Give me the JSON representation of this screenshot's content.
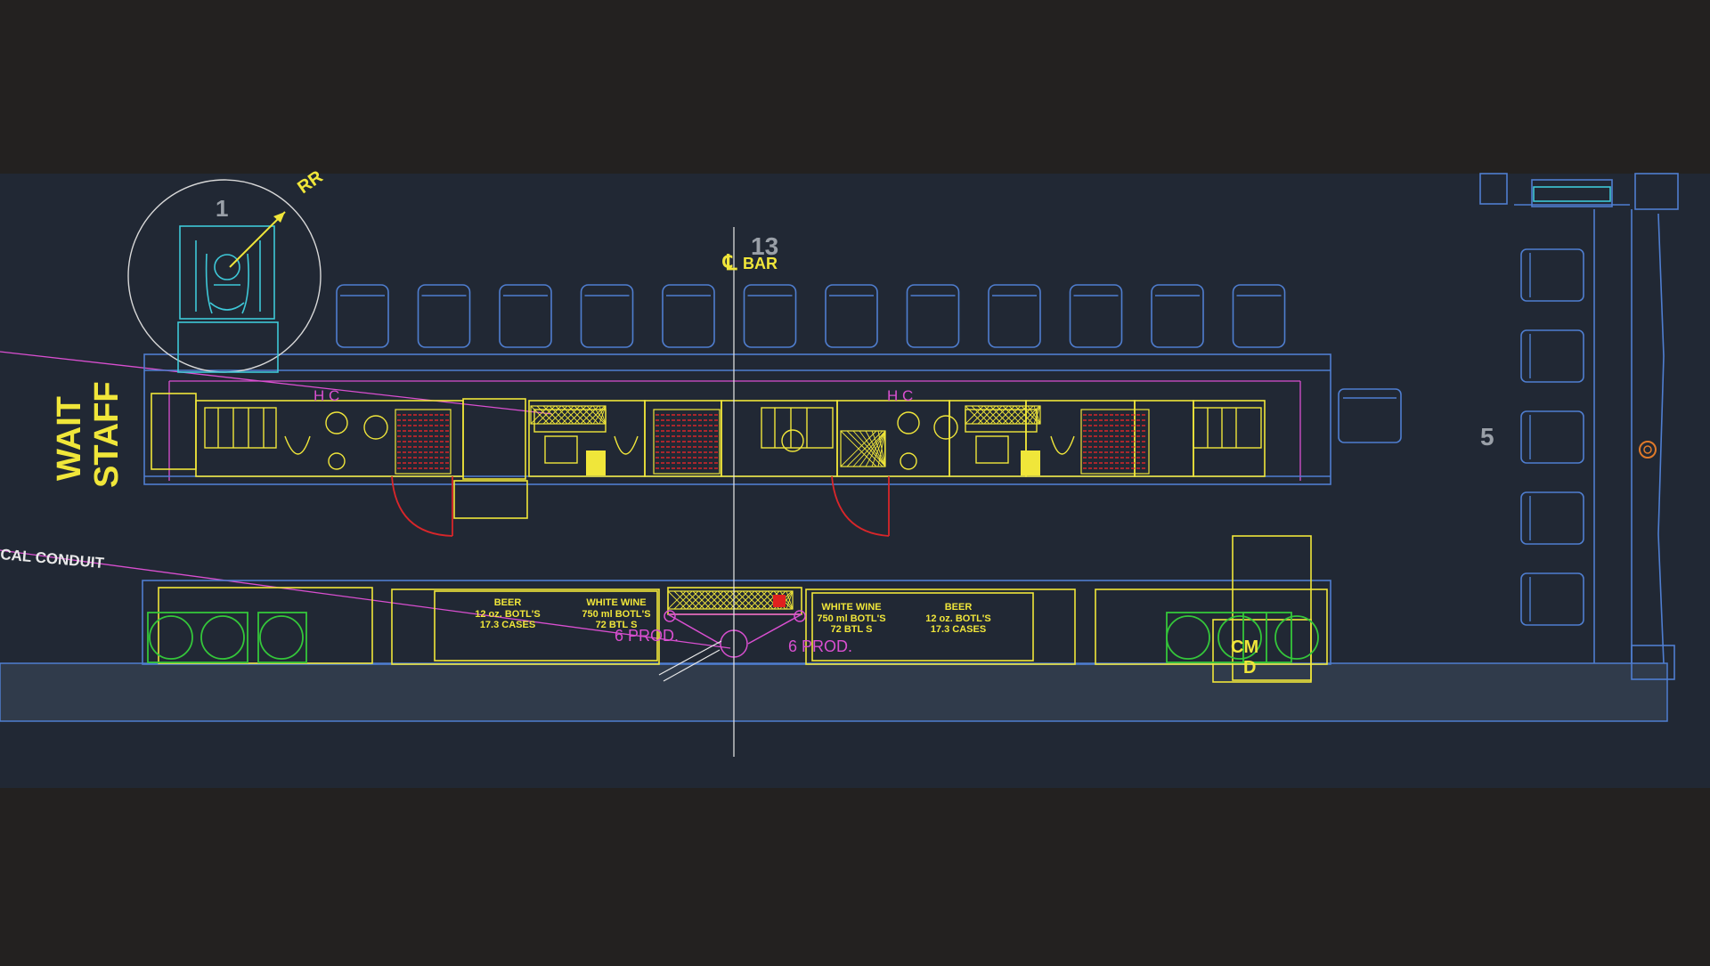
{
  "labels": {
    "wait": "WAIT",
    "staff": "STAFF",
    "bar": "BAR",
    "bar_symbol": "℄",
    "conduit": "CAL CONDUIT",
    "seat_number": "1",
    "grid_number": "13",
    "column_number": "5",
    "rr": "RR",
    "hc_left": "H C",
    "hc_right": "H C",
    "cm": "CM",
    "d": "D",
    "prod_left": "6 PROD.",
    "prod_right": "6 PROD."
  },
  "cabinets": {
    "left_beer": {
      "title": "BEER",
      "line1": "12 oz. BOTL'S",
      "line2": "17.3 CASES"
    },
    "left_wine": {
      "title": "WHITE WINE",
      "line1": "750 ml BOTL'S",
      "line2": "72 BTL S"
    },
    "right_wine": {
      "title": "WHITE WINE",
      "line1": "750 ml BOTL'S",
      "line2": "72 BTL S"
    },
    "right_beer": {
      "title": "BEER",
      "line1": "12 oz. BOTL'S",
      "line2": "17.3 CASES"
    }
  },
  "colors": {
    "background": "#232120",
    "plan_background": "#212834",
    "floor_band": "#303b4b",
    "wall_blue": "#4f7ed0",
    "equipment_yellow": "#f0e63a",
    "plumbing_magenta": "#d94fd0",
    "green": "#34c63a",
    "red": "#e0201e",
    "door_red": "#d8262a",
    "white": "#e8e8e8",
    "gray_text": "#9aa0a8",
    "orange": "#e07a2a"
  }
}
